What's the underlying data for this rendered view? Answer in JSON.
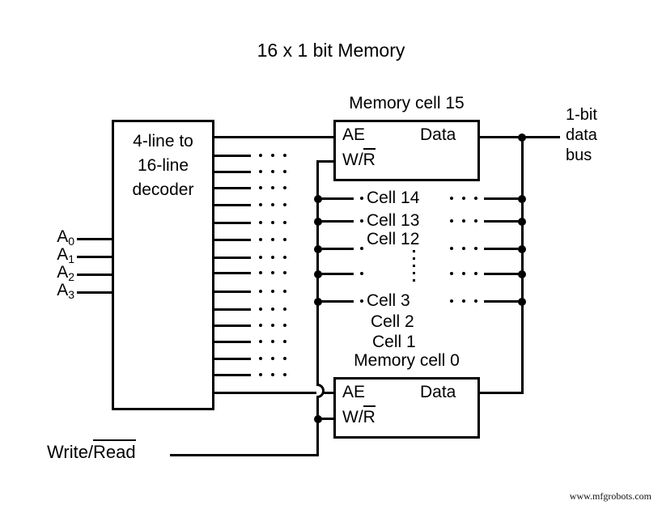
{
  "title": "16 x 1 bit Memory",
  "decoder": {
    "line1": "4-line to",
    "line2": "16-line",
    "line3": "decoder"
  },
  "address_inputs": [
    {
      "name": "A",
      "sub": "0"
    },
    {
      "name": "A",
      "sub": "1"
    },
    {
      "name": "A",
      "sub": "2"
    },
    {
      "name": "A",
      "sub": "3"
    }
  ],
  "memory_cell_15": {
    "title": "Memory cell 15",
    "ae_label": "AE",
    "data_label": "Data",
    "wr_prefix": "W/",
    "wr_overline": "R"
  },
  "memory_cell_0": {
    "title": "Memory cell 0",
    "ae_label": "AE",
    "data_label": "Data",
    "wr_prefix": "W/",
    "wr_overline": "R"
  },
  "middle_cells": {
    "cell14": "Cell 14",
    "cell13": "Cell 13",
    "cell12": "Cell 12",
    "cell3": "Cell 3",
    "cell2": "Cell 2",
    "cell1": "Cell 1"
  },
  "data_bus": {
    "line1": "1-bit",
    "line2": "data",
    "line3": "bus"
  },
  "write_read": {
    "prefix": "Write/",
    "overline": "Read"
  },
  "watermark": "www.mfgrobots.com"
}
